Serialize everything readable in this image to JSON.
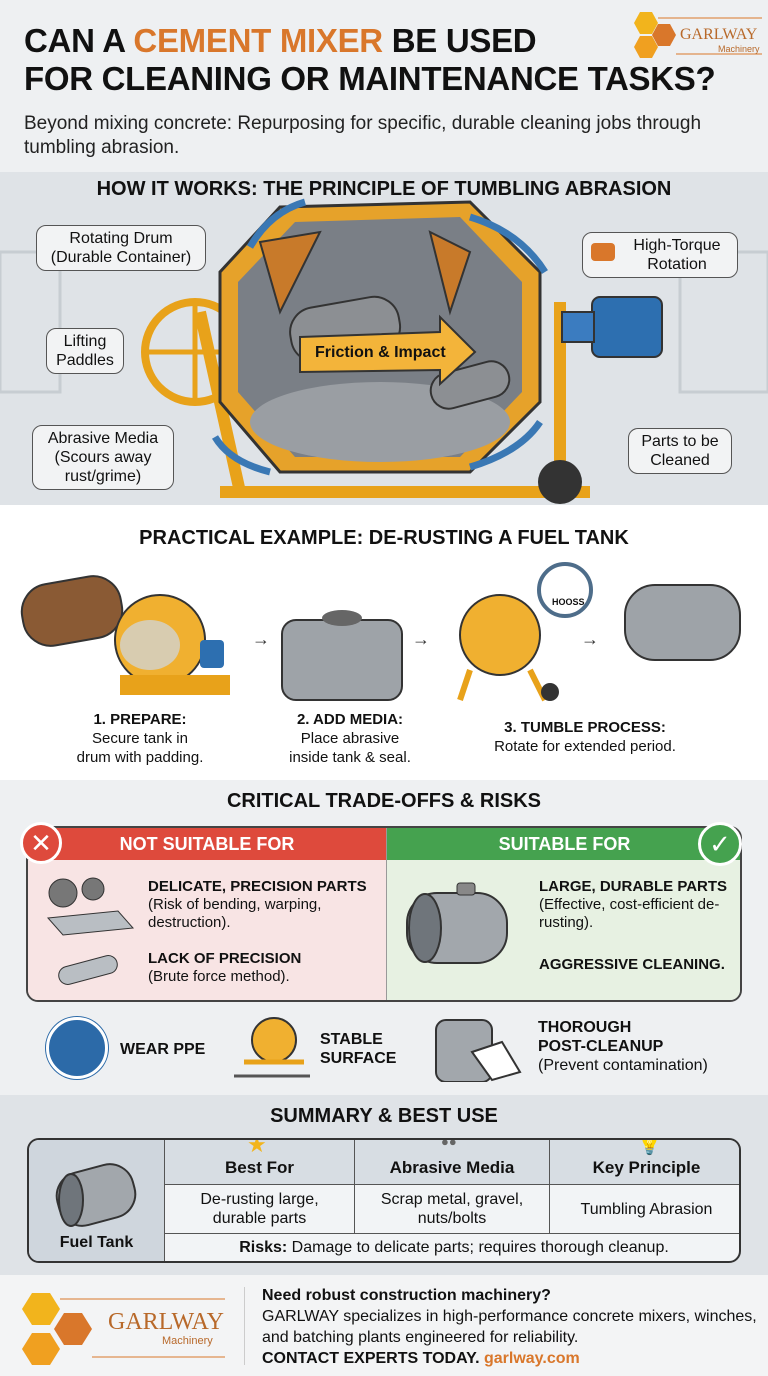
{
  "header": {
    "title_pre": "CAN A ",
    "title_highlight": "CEMENT MIXER",
    "title_post": " BE USED",
    "title_line2": "FOR CLEANING OR MAINTENANCE TASKS?",
    "subtitle": "Beyond mixing concrete: Repurposing for specific, durable cleaning jobs through tumbling abrasion.",
    "logo": {
      "name": "GARLWAY",
      "tagline": "Machinery"
    }
  },
  "colors": {
    "accent": "#d9772b",
    "danger": "#de4a3c",
    "success": "#45a24f",
    "logo_yellow": "#f2b41c",
    "logo_orange": "#d9772b"
  },
  "how_it_works": {
    "heading": "HOW IT WORKS: THE PRINCIPLE OF TUMBLING ABRASION",
    "labels": {
      "drum_title": "Rotating Drum",
      "drum_sub": "(Durable Container)",
      "paddles_1": "Lifting",
      "paddles_2": "Paddles",
      "media_title": "Abrasive Media",
      "media_sub_1": "(Scours away",
      "media_sub_2": "rust/grime)",
      "torque_1": "High-Torque",
      "torque_2": "Rotation",
      "parts_1": "Parts to be",
      "parts_2": "Cleaned",
      "arrow": "Friction & Impact"
    }
  },
  "example": {
    "heading": "PRACTICAL EXAMPLE: DE-RUSTING A FUEL TANK",
    "timer_label": "HOOSS",
    "steps": [
      {
        "title": "1. PREPARE:",
        "line1": "Secure tank in",
        "line2": "drum with padding."
      },
      {
        "title": "2. ADD MEDIA:",
        "line1": "Place abrasive",
        "line2": "inside tank & seal."
      },
      {
        "title": "3. TUMBLE PROCESS:",
        "line1": "Rotate for extended period.",
        "line2": ""
      }
    ]
  },
  "risks": {
    "heading": "CRITICAL TRADE-OFFS & RISKS",
    "not_suitable": {
      "header": "NOT SUITABLE FOR",
      "items": [
        {
          "title": "DELICATE, PRECISION PARTS",
          "desc": "(Risk of bending, warping, destruction)."
        },
        {
          "title": "LACK OF PRECISION",
          "desc": "(Brute force method)."
        }
      ]
    },
    "suitable": {
      "header": "SUITABLE FOR",
      "items": [
        {
          "title": "LARGE, DURABLE PARTS",
          "desc": "(Effective, cost-efficient de-rusting)."
        },
        {
          "title": "AGGRESSIVE CLEANING.",
          "desc": ""
        }
      ]
    },
    "safety": [
      {
        "label": "WEAR PPE",
        "icon": "safety-goggles-icon"
      },
      {
        "label_1": "STABLE",
        "label_2": "SURFACE",
        "icon": "mixer-icon"
      },
      {
        "label_1": "THOROUGH",
        "label_2": "POST-CLEANUP",
        "desc": "(Prevent contamination)",
        "icon": "wipe-cleanup-icon"
      }
    ]
  },
  "summary": {
    "heading": "SUMMARY & BEST USE",
    "item_label": "Fuel Tank",
    "columns": [
      {
        "header": "Best For",
        "value_1": "De-rusting large,",
        "value_2": "durable parts",
        "icon": "star-icon"
      },
      {
        "header": "Abrasive Media",
        "value_1": "Scrap metal, gravel,",
        "value_2": "nuts/bolts",
        "icon": "stones-icon"
      },
      {
        "header": "Key Principle",
        "value_1": "Tumbling Abrasion",
        "value_2": "",
        "icon": "lightbulb-icon"
      }
    ],
    "risks_label": "Risks:",
    "risks_text": " Damage to delicate parts; requires thorough cleanup."
  },
  "footer": {
    "logo": {
      "name": "GARLWAY",
      "tagline": "Machinery"
    },
    "heading": "Need robust construction machinery?",
    "body": "GARLWAY specializes in high-performance concrete mixers, winches, and batching plants engineered for reliability.",
    "cta": "CONTACT EXPERTS TODAY.",
    "link": "garlway.com"
  }
}
